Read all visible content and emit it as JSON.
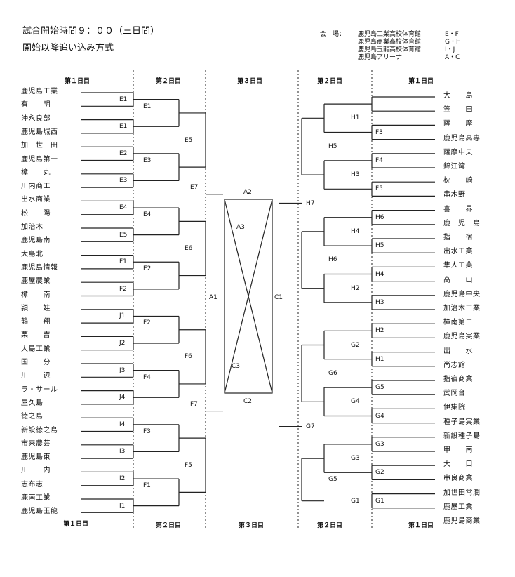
{
  "header": {
    "line1": "試合開始時間９：００（三日間）",
    "line2": "開始以降追い込み方式"
  },
  "venue": {
    "label": "会　場：",
    "names": [
      "鹿児島工業高校体育館",
      "鹿児島商業高校体育館",
      "鹿児島玉龍高校体育館",
      "鹿児島アリーナ"
    ],
    "codes": [
      "E・F",
      "G・H",
      "I・J",
      "A・C"
    ]
  },
  "days": {
    "day1": "第１日目",
    "day2": "第２日目",
    "day3": "第３日目"
  },
  "left_teams": [
    "鹿児島工業",
    "有　　明",
    "沖永良部",
    "鹿児島城西",
    "加　世　田",
    "鹿児島第一",
    "樟　　丸",
    "川内商工",
    "出水商業",
    "松　　陽",
    "加治木",
    "鹿児島南",
    "大島北",
    "鹿児島情報",
    "鹿屋農業",
    "樟　　南",
    "頴　　娃",
    "鶴　　翔",
    "栗　　吉",
    "大島工業",
    "国　　分",
    "川　　辺",
    "ラ・サール",
    "屋久島",
    "徳之島",
    "新設徳之島",
    "市来農芸",
    "鹿児島東",
    "川　　内",
    "志布志",
    "鹿南工業",
    "鹿児島玉龍"
  ],
  "right_teams": [
    "大　　島",
    "笠　　田",
    "薩　　摩",
    "鹿児島高専",
    "薩摩中央",
    "錦江湾",
    "枕　　崎",
    "串木野",
    "喜　　界",
    "鹿　児　島",
    "指　　宿",
    "出水工業",
    "隼人工業",
    "高　　山",
    "鹿児島中央",
    "加治木工業",
    "樟南第二",
    "鹿児島実業",
    "出　　水",
    "尚志館",
    "指宿商業",
    "武岡台",
    "伊集院",
    "種子島実業",
    "新設種子島",
    "甲　　南",
    "大　　口",
    "串良商業",
    "加世田常潤",
    "鹿屋工業",
    "鹿児島商業"
  ],
  "codes": {
    "left_r1": [
      "E1",
      "E1",
      "E2",
      "E3",
      "E4",
      "E5",
      "F1",
      "F2",
      "J1",
      "J2",
      "J3",
      "J4",
      "I4",
      "I3",
      "I2",
      "I1"
    ],
    "left_r2": [
      "E1",
      "E3",
      "E4",
      "E2",
      "F2",
      "F4",
      "F3",
      "F1"
    ],
    "left_r3": [
      "E5",
      "E6",
      "F6",
      "F5"
    ],
    "left_r4": [
      "E7",
      "F7"
    ],
    "right_r1": [
      "F3",
      "F4",
      "F5",
      "H6",
      "H5",
      "H4",
      "H3",
      "H2",
      "H1",
      "G5",
      "G4",
      "G3",
      "G2",
      "G1"
    ],
    "right_r2": [
      "H1",
      "H3",
      "H4",
      "H2",
      "G2",
      "G4",
      "G3",
      "G1"
    ],
    "right_r3": [
      "H5",
      "H6",
      "G6",
      "G5"
    ],
    "right_r4": [
      "H7",
      "G7"
    ],
    "final": {
      "top": "A2",
      "bottom": "C2",
      "left": "A1",
      "right": "C1",
      "inner_top": "A3",
      "inner_bottom": "C3"
    }
  }
}
